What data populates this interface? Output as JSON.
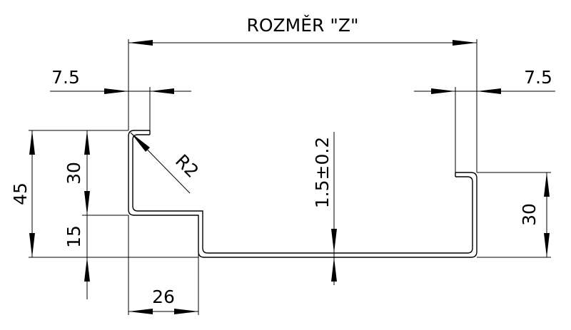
{
  "drawing": {
    "title": "ROZMĚR \"Z\"",
    "dimensions": {
      "left_lip": "7.5",
      "right_lip": "7.5",
      "total_height": "45",
      "upper_height": "30",
      "lower_height": "15",
      "step_width": "26",
      "thickness": "1.5±0.2",
      "right_height": "30",
      "bend_radius": "R2"
    },
    "colors": {
      "line": "#000000",
      "background": "#ffffff"
    }
  }
}
